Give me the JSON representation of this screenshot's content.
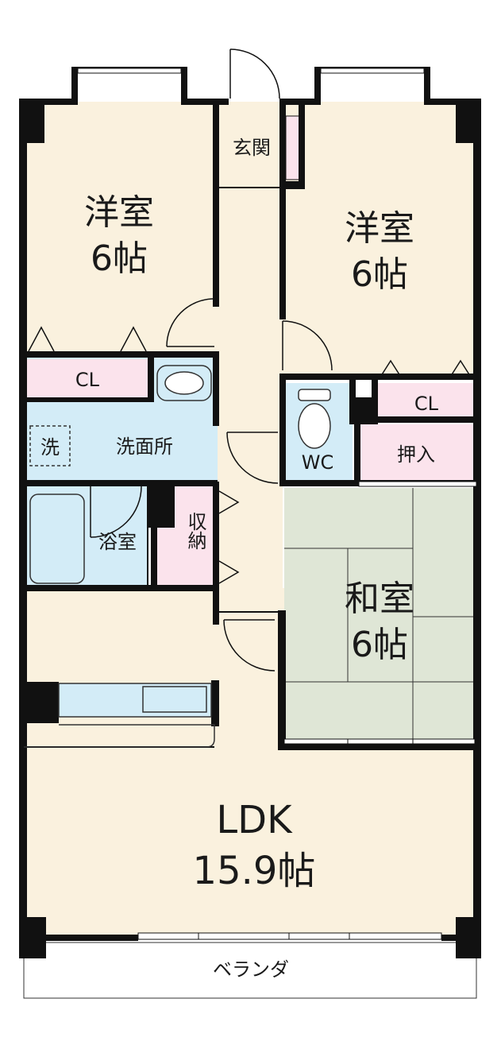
{
  "rooms": {
    "western_room_left": {
      "name": "洋室",
      "size": "6帖"
    },
    "western_room_right": {
      "name": "洋室",
      "size": "6帖"
    },
    "entrance": {
      "name": "玄関"
    },
    "closet_left": {
      "name": "CL"
    },
    "closet_right": {
      "name": "CL"
    },
    "washroom": {
      "name": "洗面所"
    },
    "washer": {
      "name": "洗"
    },
    "toilet": {
      "name": "WC"
    },
    "oshiire": {
      "name": "押入"
    },
    "bathroom": {
      "name": "浴室"
    },
    "storage": {
      "name": "収納"
    },
    "japanese_room": {
      "name": "和室",
      "size": "6帖"
    },
    "ldk": {
      "name": "LDK",
      "size": "15.9帖"
    },
    "veranda": {
      "name": "ベランダ"
    }
  },
  "colors": {
    "floor": "#faf1de",
    "wet_area": "#d3ecf7",
    "closet": "#fbe3ec",
    "tatami": "#dfe6d6",
    "wall": "#111111"
  }
}
